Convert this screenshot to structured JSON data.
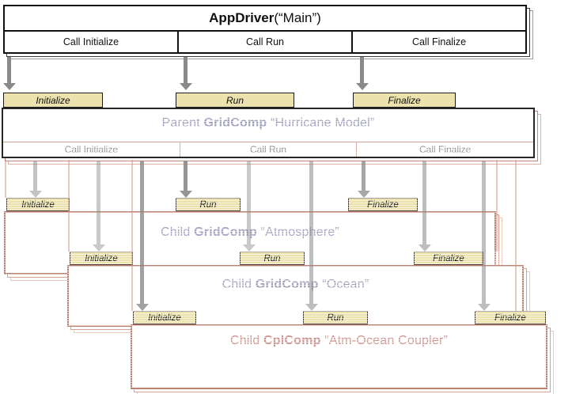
{
  "colors": {
    "tab_fill": "#ece2ae",
    "frame_dark": "#111111",
    "frame_salmon": "#bd8172",
    "arrow_gray": "#8a8a8a",
    "title_lavender": "#9d9dbc",
    "title_salmon": "#cb928e"
  },
  "app_driver": {
    "title_bold": "AppDriver",
    "title_rest": " (“Main”)",
    "calls": [
      "Call Initialize",
      "Call Run",
      "Call Finalize"
    ]
  },
  "parent_gridcomp": {
    "title_prefix": "Parent ",
    "title_bold": "GridComp",
    "title_rest": " “Hurricane Model”",
    "tabs": [
      "Initialize",
      "Run",
      "Finalize"
    ],
    "calls": [
      "Call Initialize",
      "Call Run",
      "Call Finalize"
    ]
  },
  "children": [
    {
      "title_prefix": "Child ",
      "title_bold": "GridComp",
      "title_rest": " “Atmosphere”",
      "tabs": [
        "Initialize",
        "Run",
        "Finalize"
      ]
    },
    {
      "title_prefix": "Child ",
      "title_bold": "GridComp",
      "title_rest": " “Ocean”",
      "tabs": [
        "Initialize",
        "Run",
        "Finalize"
      ]
    },
    {
      "title_prefix": "Child ",
      "title_bold": "CplComp",
      "title_rest": " “Atm-Ocean Coupler”",
      "tabs": [
        "Initialize",
        "Run",
        "Finalize"
      ]
    }
  ]
}
